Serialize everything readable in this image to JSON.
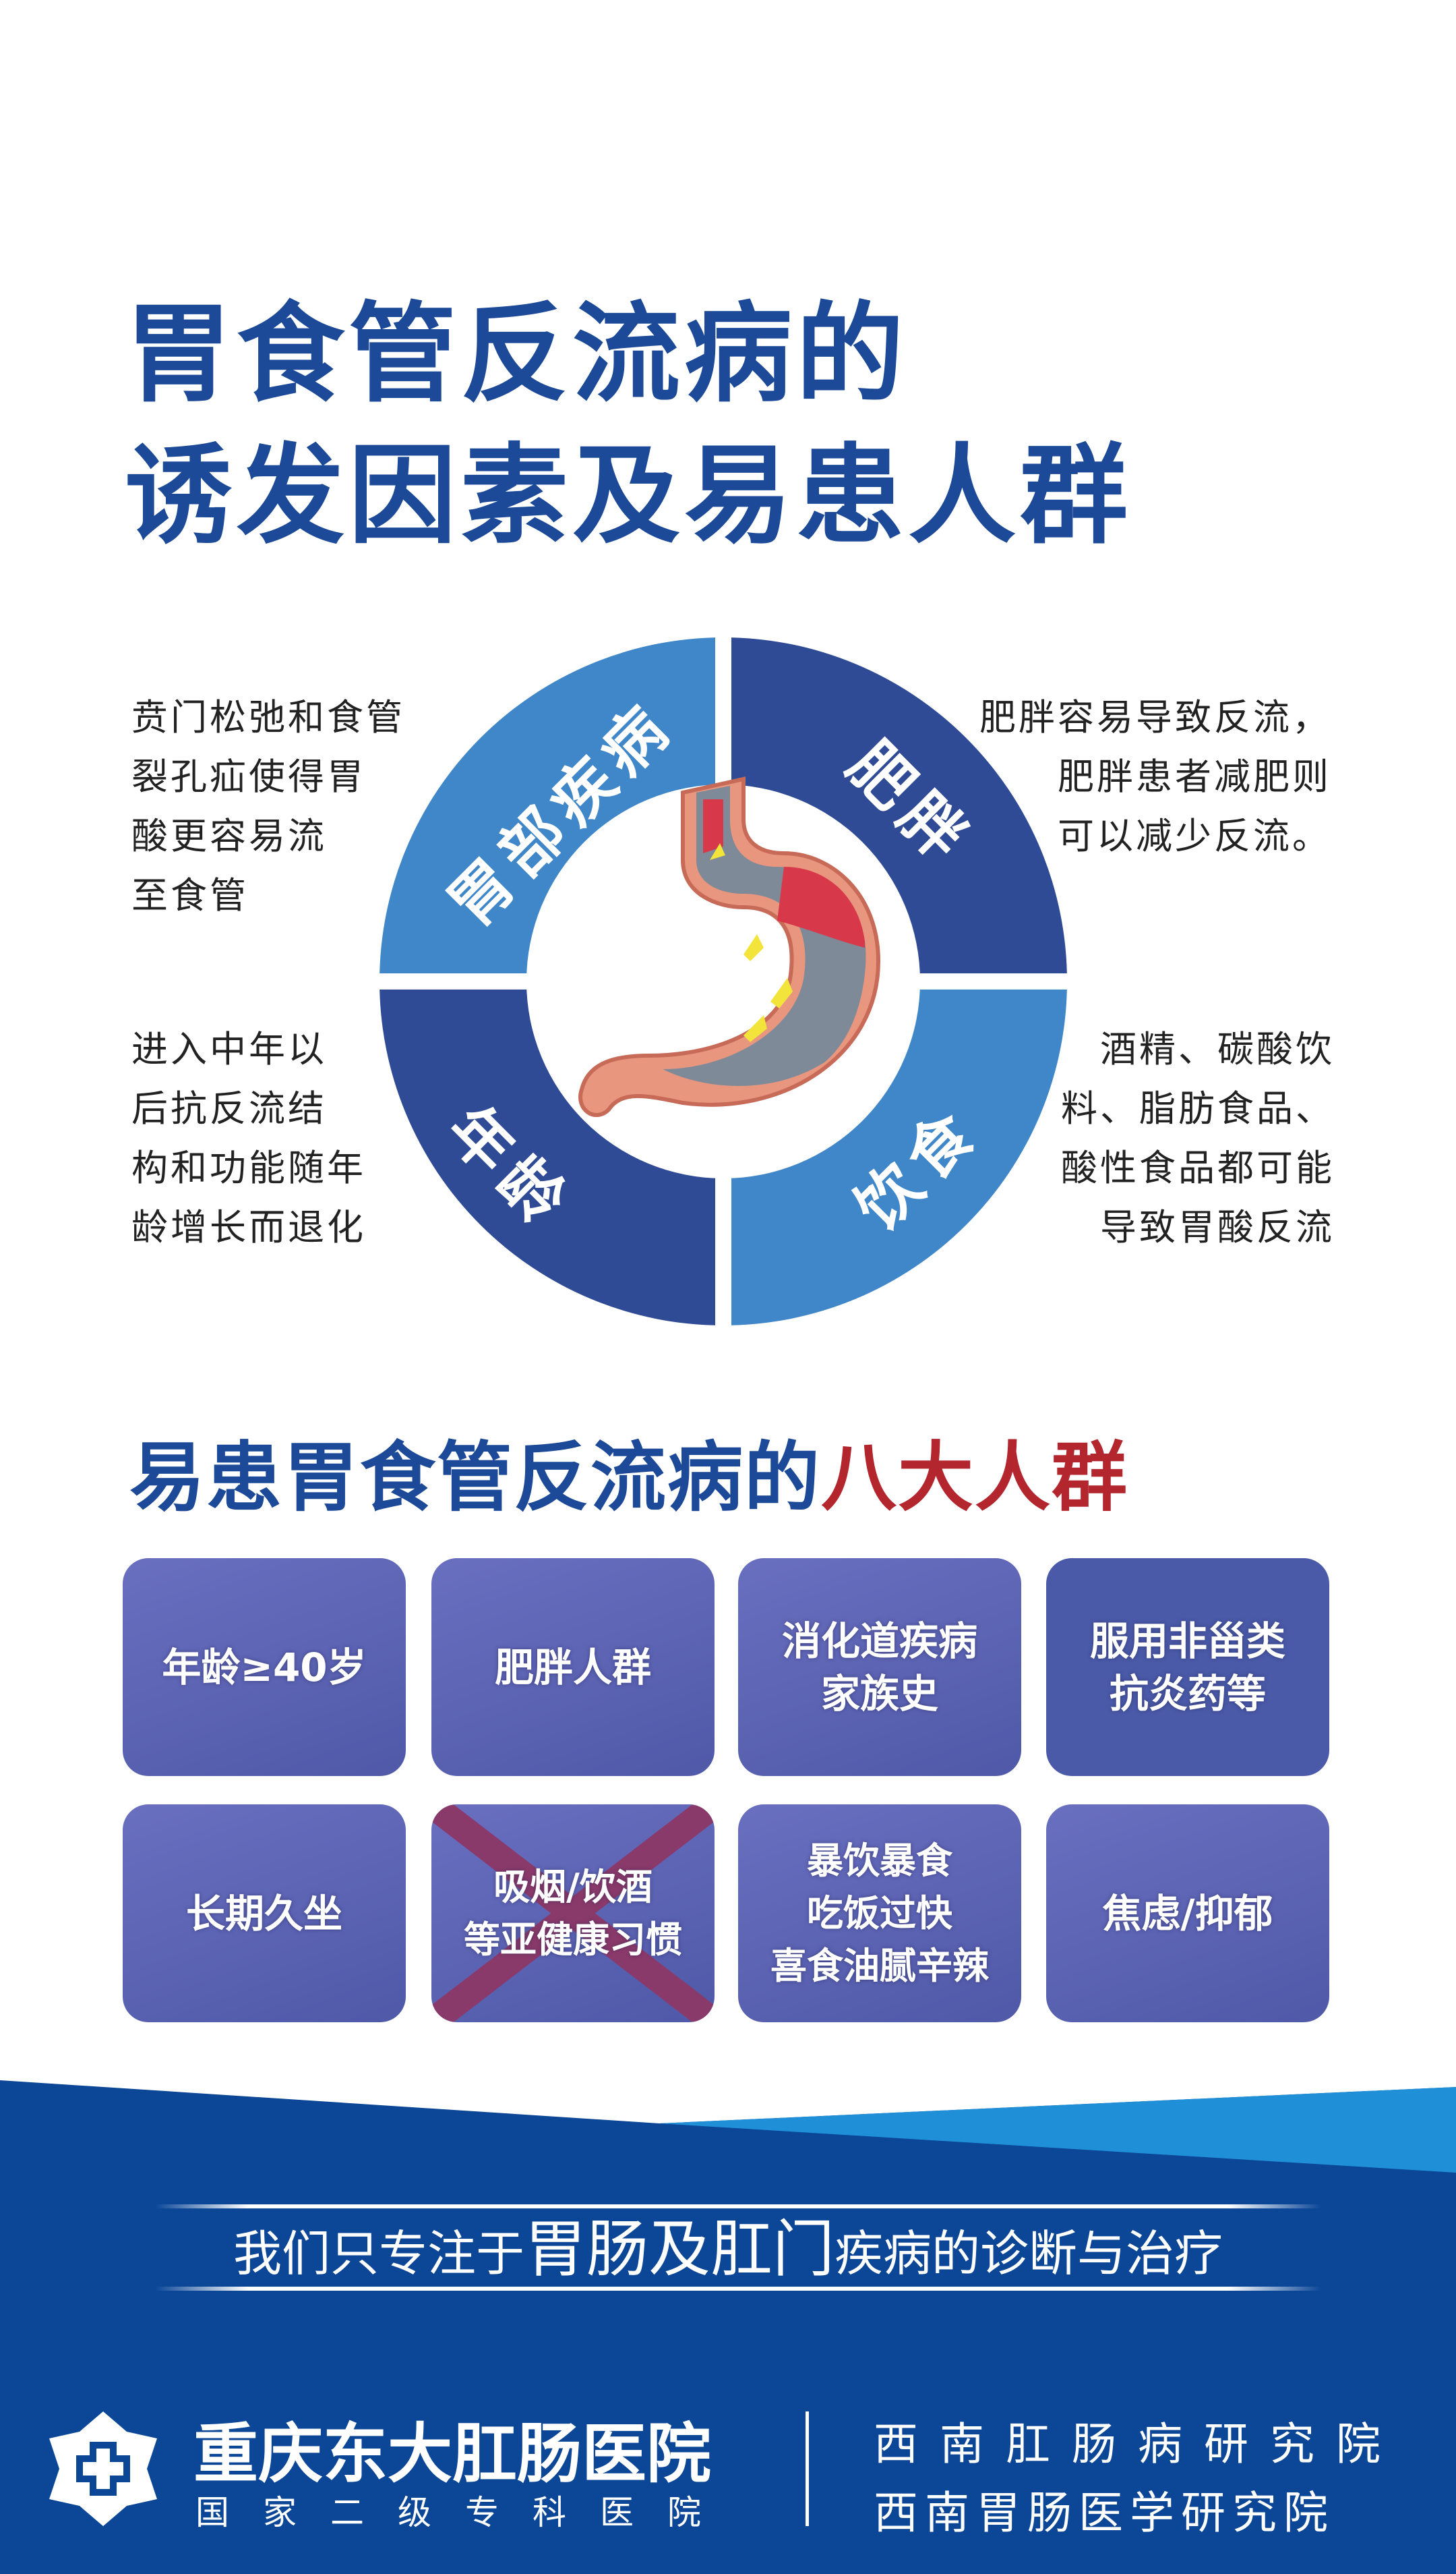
{
  "title": {
    "line1": "胃食管反流病的",
    "line2": "诱发因素及易患人群"
  },
  "factors": [
    {
      "label": "胃部疾病",
      "desc": [
        "贲门松弛和食管",
        "裂孔疝使得胃",
        "酸更容易流",
        "至食管"
      ]
    },
    {
      "label": "肥胖",
      "desc": [
        "肥胖容易导致反流，",
        "肥胖患者减肥则",
        "可以减少反流。"
      ]
    },
    {
      "label": "年龄",
      "desc": [
        "进入中年以",
        "后抗反流结",
        "构和功能随年",
        "龄增长而退化"
      ]
    },
    {
      "label": "饮食",
      "desc": [
        "酒精、碳酸饮",
        "料、脂肪食品、",
        "酸性食品都可能",
        "导致胃酸反流"
      ]
    }
  ],
  "subtitle": {
    "main": "易患胃食管反流病的",
    "highlight": "八大人群"
  },
  "groups": [
    "年龄≥40岁",
    "肥胖人群",
    "消化道疾病\n家族史",
    "服用非甾类\n抗炎药等",
    "长期久坐",
    "吸烟/饮酒\n等亚健康习惯",
    "暴饮暴食\n吃饭过快\n喜食油腻辛辣",
    "焦虑/抑郁"
  ],
  "footer": {
    "slogan_a": "我们只专注于",
    "slogan_b": "胃肠及肛门",
    "slogan_c": "疾病的诊断与治疗",
    "hospital": "重庆东大肛肠医院",
    "hospital_sub": "国家二级专科医院",
    "inst1": "西南肛肠病研究院",
    "inst2": "西南胃肠医学研究院"
  },
  "colors": {
    "title": "#1c4a98",
    "light_quad": "#3f87c9",
    "dark_quad": "#2f4b96",
    "footer": "#0b4697",
    "accent": "#b3262e"
  }
}
